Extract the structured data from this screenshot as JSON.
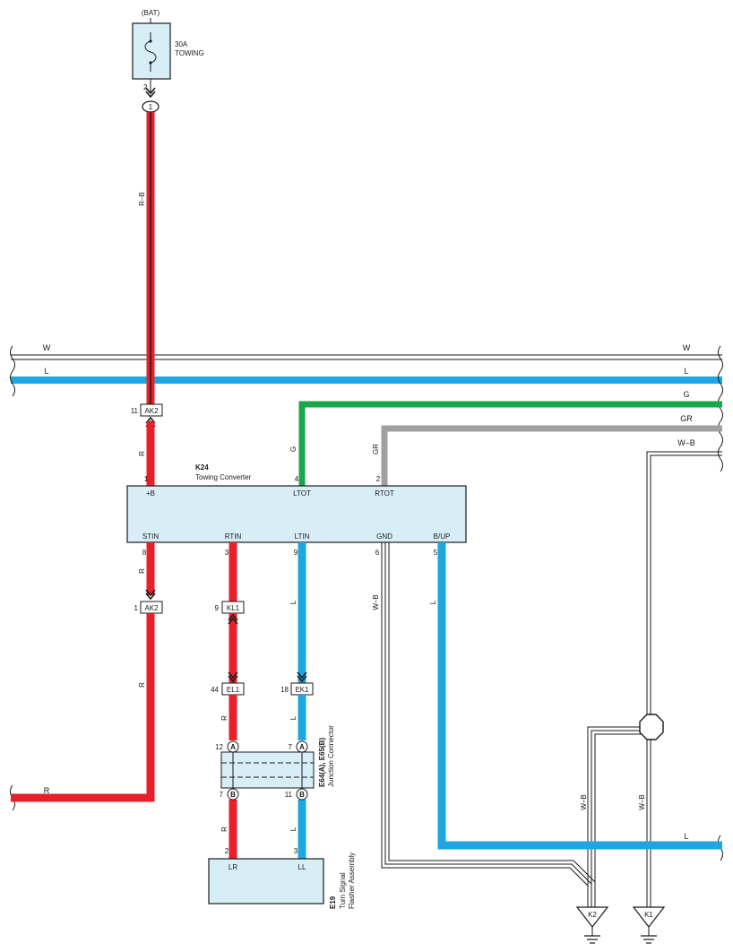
{
  "fuse": {
    "source_label": "(BAT)",
    "rating": "30A",
    "name": "TOWING",
    "pin": "2",
    "connector_pin": "1"
  },
  "bus": {
    "w_left": "W",
    "w_right": "W",
    "l_left": "L",
    "l_right": "L",
    "g_label": "G",
    "gr_label": "GR",
    "wb_label": "W–B"
  },
  "wires": {
    "rb": "R–B",
    "r_top": "R",
    "g_vert": "G",
    "gr_vert": "GR",
    "r_stin": "R",
    "r_stin_low": "R",
    "r_rtin_low": "R",
    "r_rtin_bottom": "R",
    "l_ltin": "L",
    "l_ltin_low": "L",
    "l_ltin_bottom": "L",
    "wb_gnd": "W–B",
    "l_bup": "L",
    "r_left_exit": "R",
    "l_right_exit": "L",
    "wb_k2": "W–B",
    "wb_k1": "W–B"
  },
  "converter": {
    "code": "K24",
    "name": "Towing Converter",
    "top_pins": [
      {
        "num": "1",
        "label": "+B"
      },
      {
        "num": "4",
        "label": "LTOT"
      },
      {
        "num": "2",
        "label": "RTOT"
      }
    ],
    "bottom_pins": [
      {
        "num": "8",
        "label": "STIN"
      },
      {
        "num": "3",
        "label": "RTIN"
      },
      {
        "num": "9",
        "label": "LTIN"
      },
      {
        "num": "6",
        "label": "GND"
      },
      {
        "num": "5",
        "label": "B/UP"
      }
    ]
  },
  "connectors": {
    "ak2_top": {
      "pin": "11",
      "label": "AK2"
    },
    "ak2_bottom": {
      "pin": "1",
      "label": "AK2"
    },
    "kl1": {
      "pin": "9",
      "label": "KL1"
    },
    "el1": {
      "pin": "44",
      "label": "EL1"
    },
    "ek1": {
      "pin": "18",
      "label": "EK1"
    }
  },
  "junction": {
    "code": "E64(A), E65(B)",
    "name": "Junction Connector",
    "pins": [
      {
        "num": "12",
        "letter": "A"
      },
      {
        "num": "7",
        "letter": "A"
      },
      {
        "num": "7",
        "letter": "B"
      },
      {
        "num": "11",
        "letter": "B"
      }
    ]
  },
  "flasher": {
    "code": "E19",
    "name_line1": "Turn Signal",
    "name_line2": "Flasher Assembly",
    "pins": [
      {
        "num": "2",
        "label": "LR"
      },
      {
        "num": "3",
        "label": "LL"
      }
    ]
  },
  "grounds": [
    {
      "label": "K2"
    },
    {
      "label": "K1"
    }
  ],
  "colors": {
    "red": "#e8202a",
    "blue": "#1ea6e0",
    "green": "#1aa64a",
    "gray": "#a0a0a0",
    "box_fill": "#d8eef7",
    "line": "#1a1a1a"
  }
}
